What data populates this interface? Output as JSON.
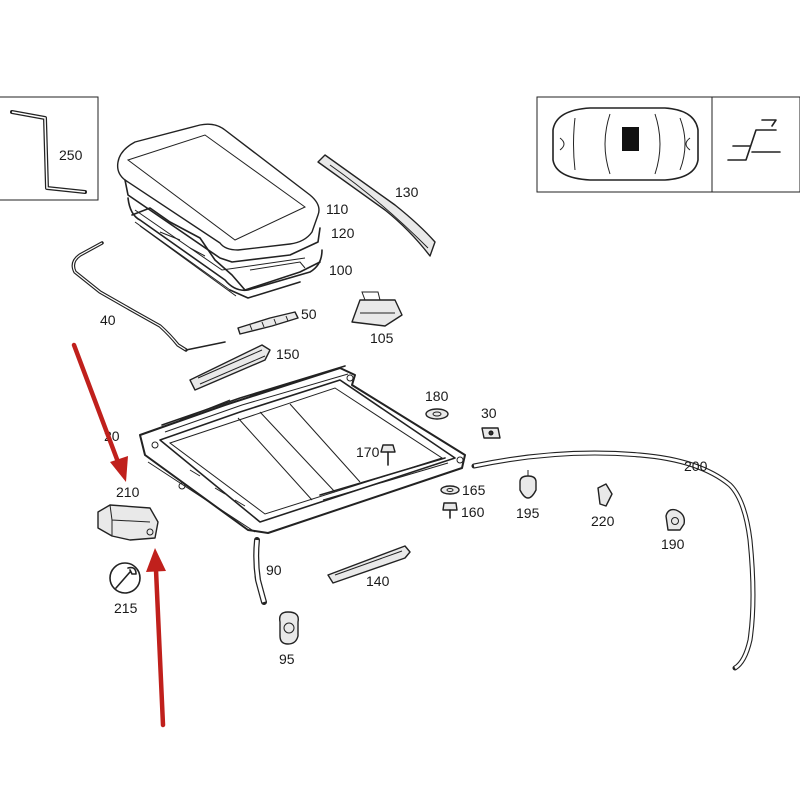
{
  "labels": {
    "p250": "250",
    "p130": "130",
    "p110": "110",
    "p120": "120",
    "p100": "100",
    "p40": "40",
    "p50": "50",
    "p105": "105",
    "p150": "150",
    "p180": "180",
    "p30": "30",
    "p20": "20",
    "p210": "210",
    "p170": "170",
    "p200": "200",
    "p165": "165",
    "p160": "160",
    "p195": "195",
    "p220": "220",
    "p190": "190",
    "p90": "90",
    "p140": "140",
    "p215": "215",
    "p95": "95"
  },
  "inset": {
    "vehicle_view": "car-top-view-with-sunroof",
    "symbol": "ramp-step-symbol"
  },
  "colors": {
    "line": "#222222",
    "highlight_arrow": "#c0201c",
    "background": "#ffffff"
  },
  "icons": {
    "tool_symbol": "wrench-icon"
  }
}
